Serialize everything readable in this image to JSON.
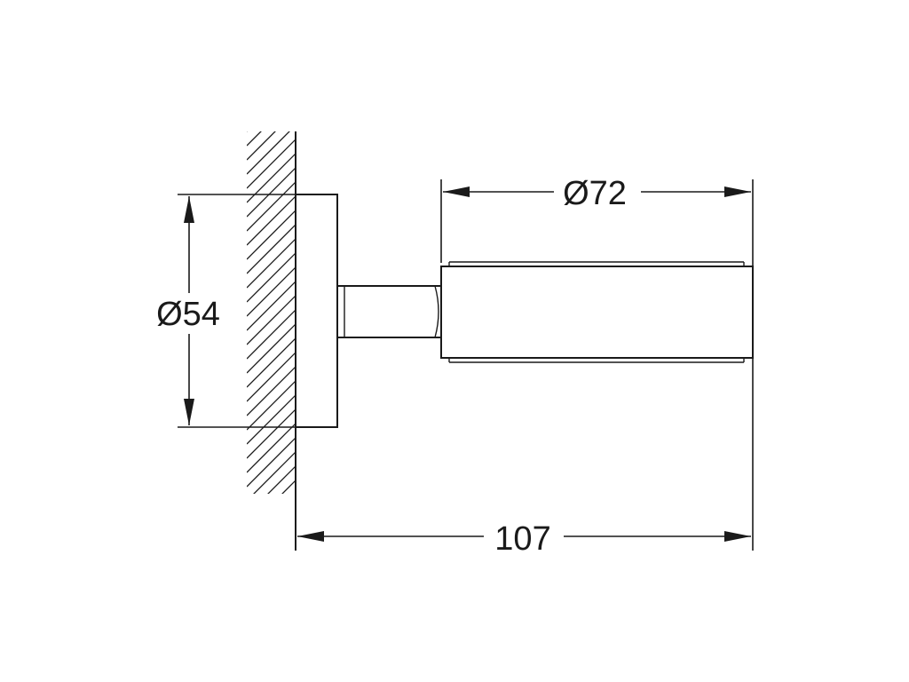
{
  "dimensions": {
    "height_diameter": "Ø54",
    "projection_diameter": "Ø72",
    "total_length": "107"
  },
  "colors": {
    "ink": "#1a1a1a",
    "background": "#ffffff"
  }
}
